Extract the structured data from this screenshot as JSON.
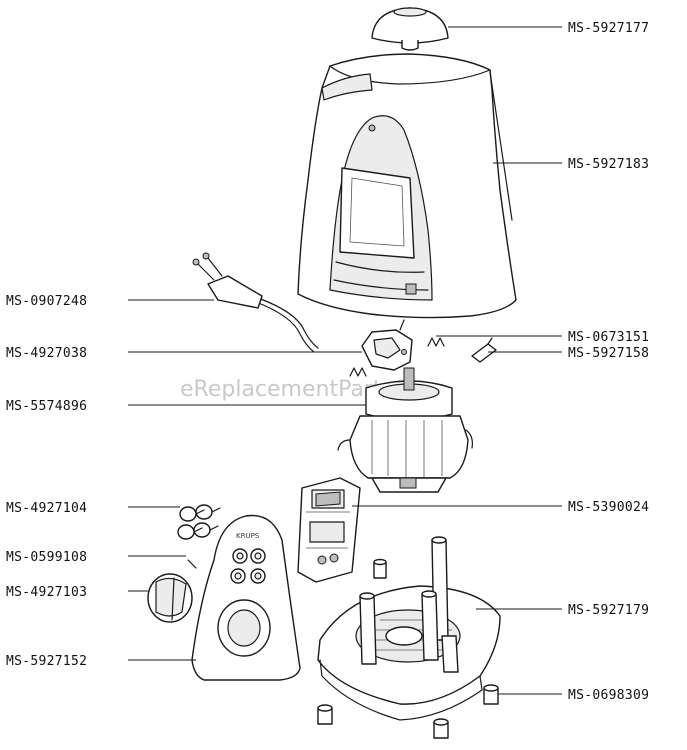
{
  "watermark": "eReplacementParts.com",
  "brand_mark": "KRUPS",
  "parts": {
    "lid_cap": "MS-5927177",
    "housing": "MS-5927183",
    "power_cord": "MS-0907248",
    "spring": "MS-0673151",
    "switch_bracket": "MS-4927038",
    "clip": "MS-5927158",
    "motor": "MS-5574896",
    "buttons": "MS-4927104",
    "circuit_board": "MS-5390024",
    "pin": "MS-0599108",
    "knob": "MS-4927103",
    "base": "MS-5927179",
    "front_panel": "MS-5927152",
    "foot": "MS-0698309"
  }
}
